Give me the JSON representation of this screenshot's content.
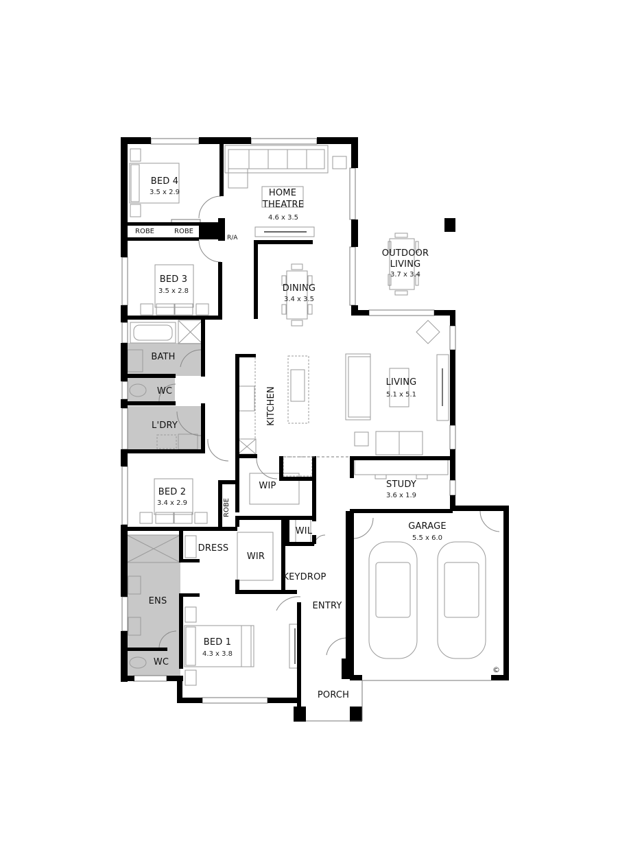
{
  "plan": {
    "type": "residential floor plan",
    "copyright_mark": "©",
    "colors": {
      "wall": "#000000",
      "wet_area": "#c8c8c8",
      "furniture": "#9a9a9a",
      "background": "#ffffff"
    }
  },
  "rooms": {
    "bed4": {
      "name": "BED 4",
      "size": "3.5 x 2.9"
    },
    "home_theatre": {
      "name_line1": "HOME",
      "name_line2": "THEATRE",
      "size": "4.6 x 3.5"
    },
    "robe1": {
      "name": "ROBE"
    },
    "robe2": {
      "name": "ROBE"
    },
    "ra": {
      "name": "R/A"
    },
    "bed3": {
      "name": "BED 3",
      "size": "3.5 x 2.8"
    },
    "dining": {
      "name": "DINING",
      "size": "3.4 x 3.5"
    },
    "outdoor_living": {
      "name_line1": "OUTDOOR",
      "name_line2": "LIVING",
      "size": "3.7 x 3.4"
    },
    "bath": {
      "name": "BATH"
    },
    "wc1": {
      "name": "WC"
    },
    "laundry": {
      "name": "L'DRY"
    },
    "kitchen": {
      "name": "KITCHEN"
    },
    "living": {
      "name": "LIVING",
      "size": "5.1 x 5.1"
    },
    "wip": {
      "name": "WIP"
    },
    "study": {
      "name": "STUDY",
      "size": "3.6 x 1.9"
    },
    "bed2": {
      "name": "BED 2",
      "size": "3.4 x 2.9"
    },
    "robe3": {
      "name": "ROBE"
    },
    "garage": {
      "name": "GARAGE",
      "size": "5.5 x 6.0"
    },
    "dress": {
      "name": "DRESS"
    },
    "wir": {
      "name": "WIR"
    },
    "wil": {
      "name": "WIL"
    },
    "keydrop": {
      "name": "KEYDROP"
    },
    "ens": {
      "name": "ENS"
    },
    "entry": {
      "name": "ENTRY"
    },
    "bed1": {
      "name": "BED 1",
      "size": "4.3 x 3.8"
    },
    "wc2": {
      "name": "WC"
    },
    "porch": {
      "name": "PORCH"
    }
  }
}
